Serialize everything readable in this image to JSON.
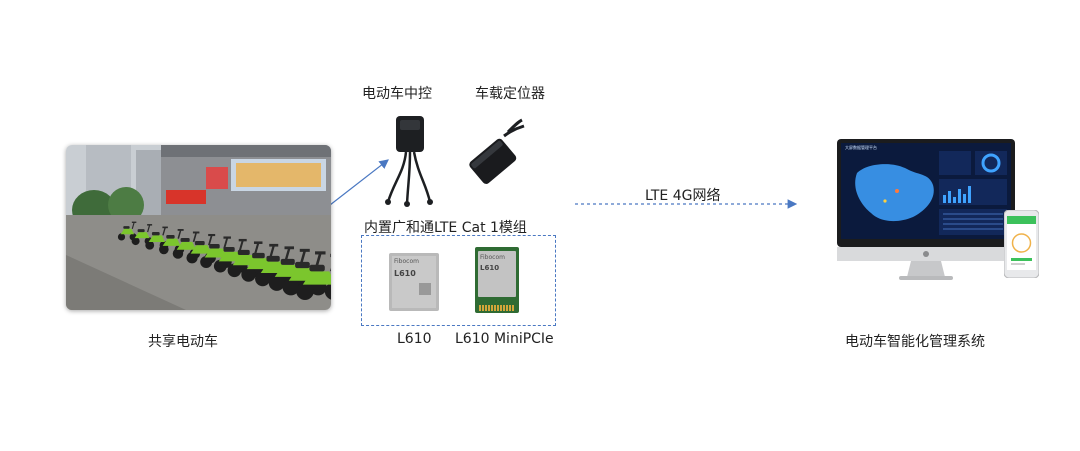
{
  "photo": {
    "caption": "共享电动车",
    "banner_text": ""
  },
  "devices": {
    "controller_label": "电动车中控",
    "locator_label": "车载定位器"
  },
  "modules": {
    "group_label": "内置广和通LTE Cat 1模组",
    "module1": {
      "chip_brand": "Fibocom",
      "chip_model": "L610",
      "caption": "L610"
    },
    "module2": {
      "chip_brand": "Fibocom",
      "chip_model": "L610",
      "caption": "L610 MiniPCIe"
    }
  },
  "network": {
    "label": "LTE 4G网络"
  },
  "platform": {
    "caption": "电动车智能化管理系统",
    "screen_title": "大屏数据管理平台"
  },
  "colors": {
    "arrow": "#4a78c2",
    "screen_bg": "#0b1a3d",
    "map_blue": "#3fa3ff"
  }
}
